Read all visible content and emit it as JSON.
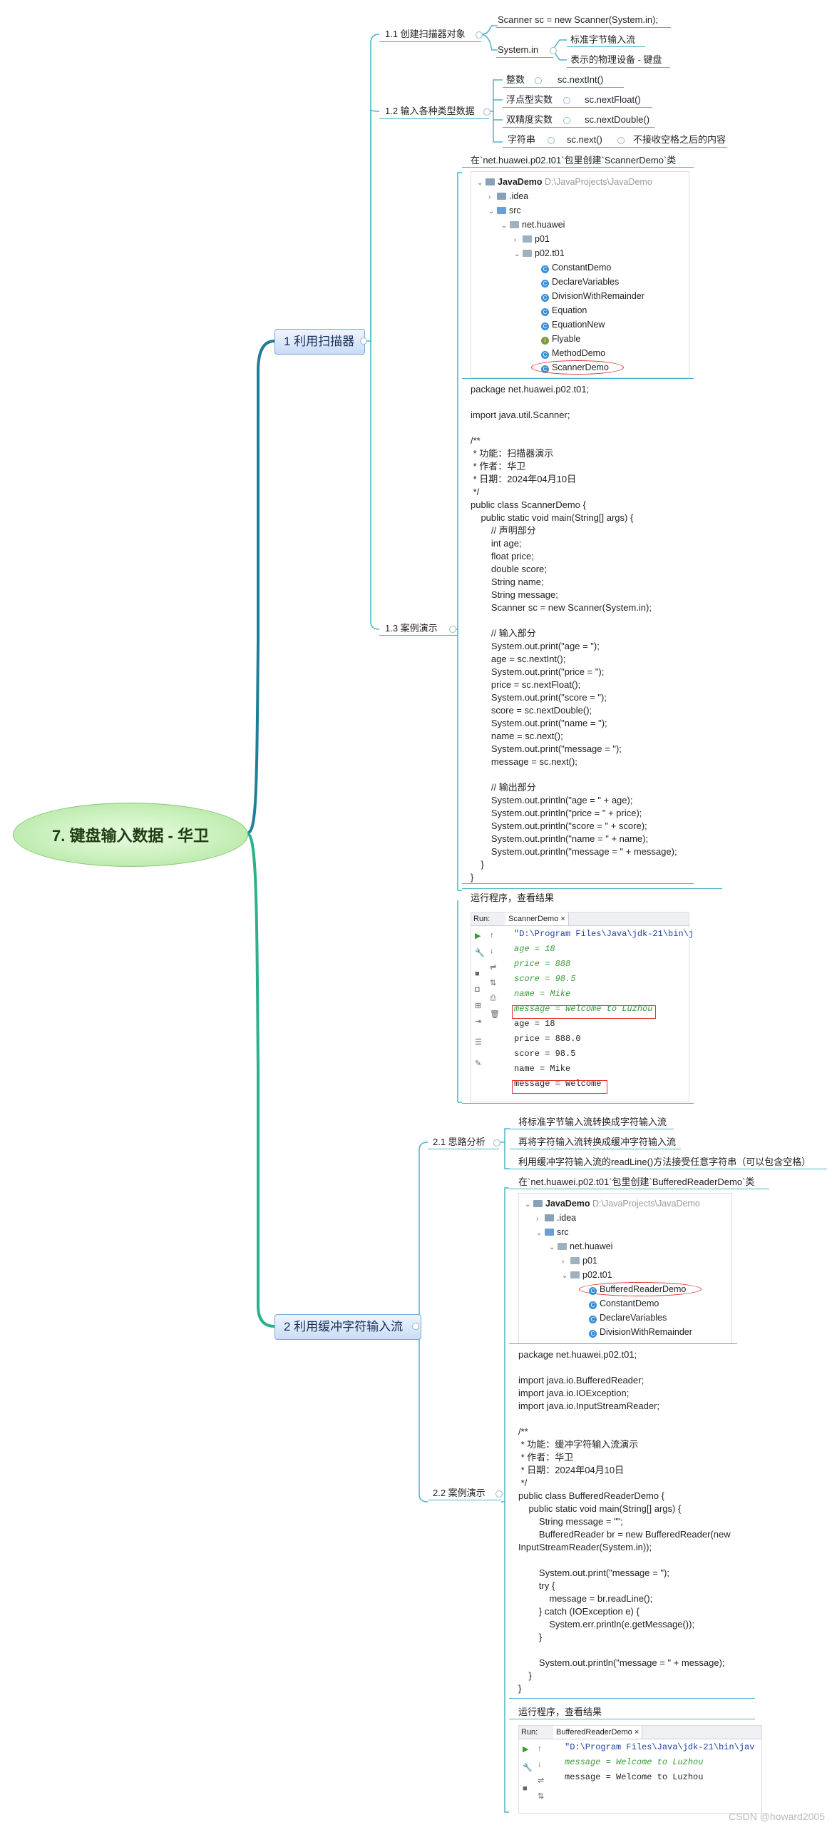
{
  "root": {
    "title": "7. 键盘输入数据 - 华卫"
  },
  "branch1": {
    "label": "1 利用扫描器",
    "s1": {
      "label": "1.1 创建扫描器对象",
      "c1": "Scanner sc = new Scanner(System.in);",
      "c2": "System.in",
      "c2a": "标准字节输入流",
      "c2b": "表示的物理设备 - 键盘"
    },
    "s2": {
      "label": "1.2 输入各种类型数据",
      "rows": [
        {
          "type": "整数",
          "method": "sc.nextInt()"
        },
        {
          "type": "浮点型实数",
          "method": "sc.nextFloat()"
        },
        {
          "type": "双精度实数",
          "method": "sc.nextDouble()"
        },
        {
          "type": "字符串",
          "method": "sc.next()",
          "note": "不接收空格之后的内容"
        }
      ]
    },
    "s3": {
      "label": "1.3 案例演示",
      "note1": "在`net.huawei.p02.t01`包里创建`ScannerDemo`类",
      "tree": {
        "project": "JavaDemo",
        "path": "D:\\JavaProjects\\JavaDemo",
        "idea": ".idea",
        "src": "src",
        "pkg": "net.huawei",
        "p01": "p01",
        "p02": "p02.t01",
        "classes": [
          "ConstantDemo",
          "DeclareVariables",
          "DivisionWithRemainder",
          "Equation",
          "EquationNew",
          "Flyable",
          "MethodDemo",
          "ScannerDemo"
        ]
      },
      "code": "package net.huawei.p02.t01;\n\nimport java.util.Scanner;\n\n/**\n * 功能：扫描器演示\n * 作者：华卫\n * 日期：2024年04月10日\n */\npublic class ScannerDemo {\n    public static void main(String[] args) {\n        // 声明部分\n        int age;\n        float price;\n        double score;\n        String name;\n        String message;\n        Scanner sc = new Scanner(System.in);\n\n        // 输入部分\n        System.out.print(\"age = \");\n        age = sc.nextInt();\n        System.out.print(\"price = \");\n        price = sc.nextFloat();\n        System.out.print(\"score = \");\n        score = sc.nextDouble();\n        System.out.print(\"name = \");\n        name = sc.next();\n        System.out.print(\"message = \");\n        message = sc.next();\n\n        // 输出部分\n        System.out.println(\"age = \" + age);\n        System.out.println(\"price = \" + price);\n        System.out.println(\"score = \" + score);\n        System.out.println(\"name = \" + name);\n        System.out.println(\"message = \" + message);\n    }\n}",
      "note2": "运行程序，查看结果",
      "run": {
        "run_label": "Run:",
        "tab": "ScannerDemo",
        "lines": [
          "\"D:\\Program Files\\Java\\jdk-21\\bin\\j",
          "age = 18",
          "price = 888",
          "score = 98.5",
          "name = Mike",
          "message = Welcome to Luzhou",
          "age = 18",
          "price = 888.0",
          "score = 98.5",
          "name = Mike",
          "message = Welcome"
        ]
      }
    }
  },
  "branch2": {
    "label": "2 利用缓冲字符输入流",
    "s1": {
      "label": "2.1 思路分析",
      "items": [
        "将标准字节输入流转换成字符输入流",
        "再将字符输入流转换成缓冲字符输入流",
        "利用缓冲字符输入流的readLine()方法接受任意字符串（可以包含空格）"
      ]
    },
    "s2": {
      "label": "2.2 案例演示",
      "note1": "在`net.huawei.p02.t01`包里创建`BufferedReaderDemo`类",
      "tree": {
        "project": "JavaDemo",
        "path": "D:\\JavaProjects\\JavaDemo",
        "idea": ".idea",
        "src": "src",
        "pkg": "net.huawei",
        "p01": "p01",
        "p02": "p02.t01",
        "classes": [
          "BufferedReaderDemo",
          "ConstantDemo",
          "DeclareVariables",
          "DivisionWithRemainder"
        ]
      },
      "code": "package net.huawei.p02.t01;\n\nimport java.io.BufferedReader;\nimport java.io.IOException;\nimport java.io.InputStreamReader;\n\n/**\n * 功能：缓冲字符输入流演示\n * 作者：华卫\n * 日期：2024年04月10日\n */\npublic class BufferedReaderDemo {\n    public static void main(String[] args) {\n        String message = \"\";\n        BufferedReader br = new BufferedReader(new\nInputStreamReader(System.in));\n\n        System.out.print(\"message = \");\n        try {\n            message = br.readLine();\n        } catch (IOException e) {\n            System.err.println(e.getMessage());\n        }\n\n        System.out.println(\"message = \" + message);\n    }\n}",
      "note2": "运行程序，查看结果",
      "run": {
        "run_label": "Run:",
        "tab": "BufferedReaderDemo",
        "lines": [
          "\"D:\\Program Files\\Java\\jdk-21\\bin\\jav",
          "message = Welcome to Luzhou",
          "message = Welcome to Luzhou"
        ]
      }
    }
  },
  "watermark": "CSDN @howard2005",
  "colors": {
    "connector": "#4ab3c8",
    "trunk": "#1f7f99",
    "input_green": "#3a9a3a",
    "highlight_red": "#e03030"
  }
}
